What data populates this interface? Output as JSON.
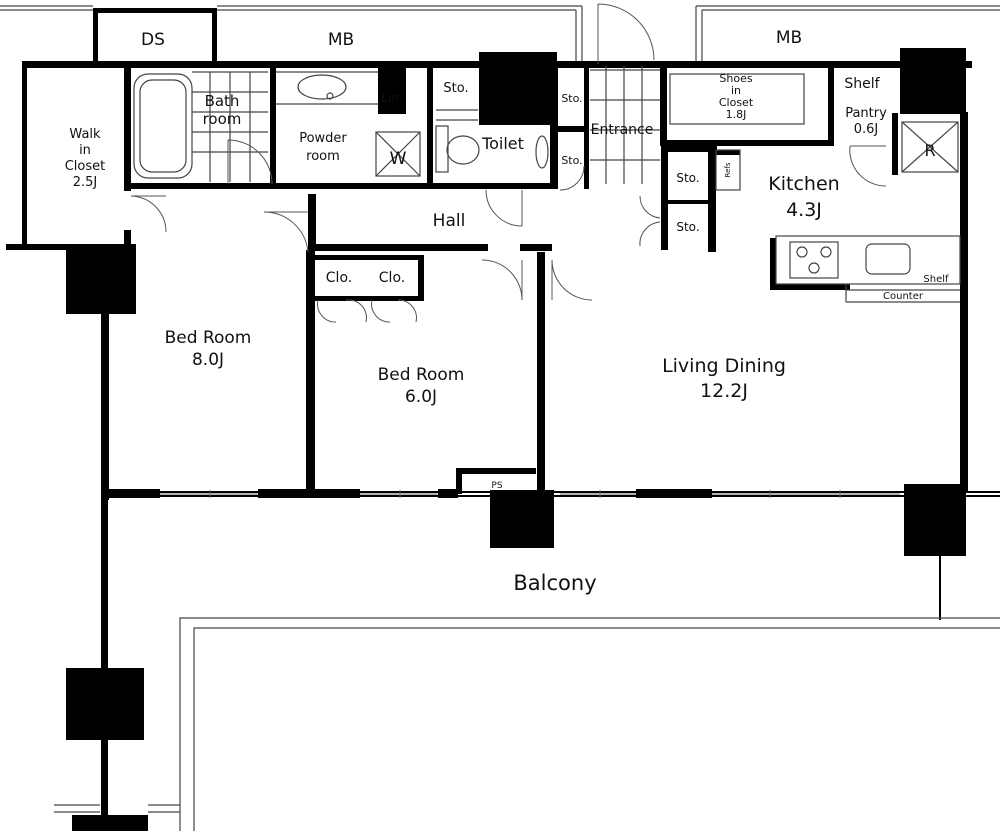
{
  "rooms": {
    "ds": "DS",
    "mb_left": "MB",
    "mb_right": "MB",
    "walk_in_closet": [
      "Walk",
      "in",
      "Closet",
      "2.5J"
    ],
    "bath": [
      "Bath",
      "room"
    ],
    "powder": [
      "Powder",
      "room"
    ],
    "lin": "Lin.",
    "washer": "W",
    "sto_top": "Sto.",
    "toilet": "Toilet",
    "sto_a": "Sto.",
    "sto_b": "Sto.",
    "entrance": "Entrance",
    "shoes_closet": [
      "Shoes",
      "in",
      "Closet",
      "1.8J"
    ],
    "shelf_top": "Shelf",
    "pantry": [
      "Pantry",
      "0.6J"
    ],
    "fridge": "R",
    "sto_c": "Sto.",
    "sto_d": "Sto.",
    "refs": "Refs",
    "kitchen": [
      "Kitchen",
      "4.3J"
    ],
    "hall": "Hall",
    "clo_1": "Clo.",
    "clo_2": "Clo.",
    "bedroom_8": [
      "Bed Room",
      "8.0J"
    ],
    "bedroom_6": [
      "Bed Room",
      "6.0J"
    ],
    "living": [
      "Living Dining",
      "12.2J"
    ],
    "shelf_counter": "Shelf",
    "counter": "Counter",
    "ps": "PS",
    "balcony": "Balcony"
  }
}
